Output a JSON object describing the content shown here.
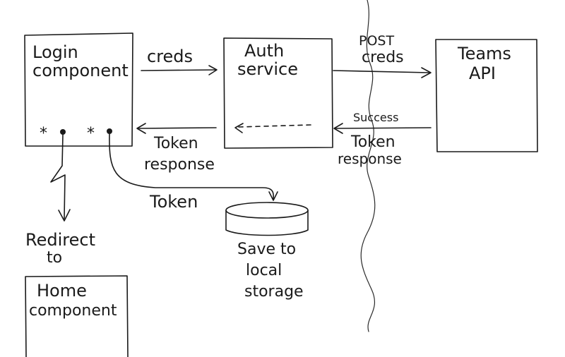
{
  "boxes": {
    "login": {
      "line1": "Login",
      "line2": "component"
    },
    "auth": {
      "line1": "Auth",
      "line2": "service"
    },
    "teams": {
      "line1": "Teams",
      "line2": "API"
    },
    "home": {
      "line1": "Home",
      "line2": "component"
    }
  },
  "arrows": {
    "creds": "creds",
    "post_line1": "POST",
    "post_line2": "creds",
    "token_response_left_line1": "Token",
    "token_response_left_line2": "response",
    "success": "Success",
    "token_response_right_line1": "Token",
    "token_response_right_line2": "response",
    "token": "Token",
    "redirect_line1": "Redirect",
    "redirect_line2": "to"
  },
  "markers": {
    "star": "*"
  },
  "storage": {
    "line1": "Save to",
    "line2": "local",
    "line3": "storage"
  }
}
